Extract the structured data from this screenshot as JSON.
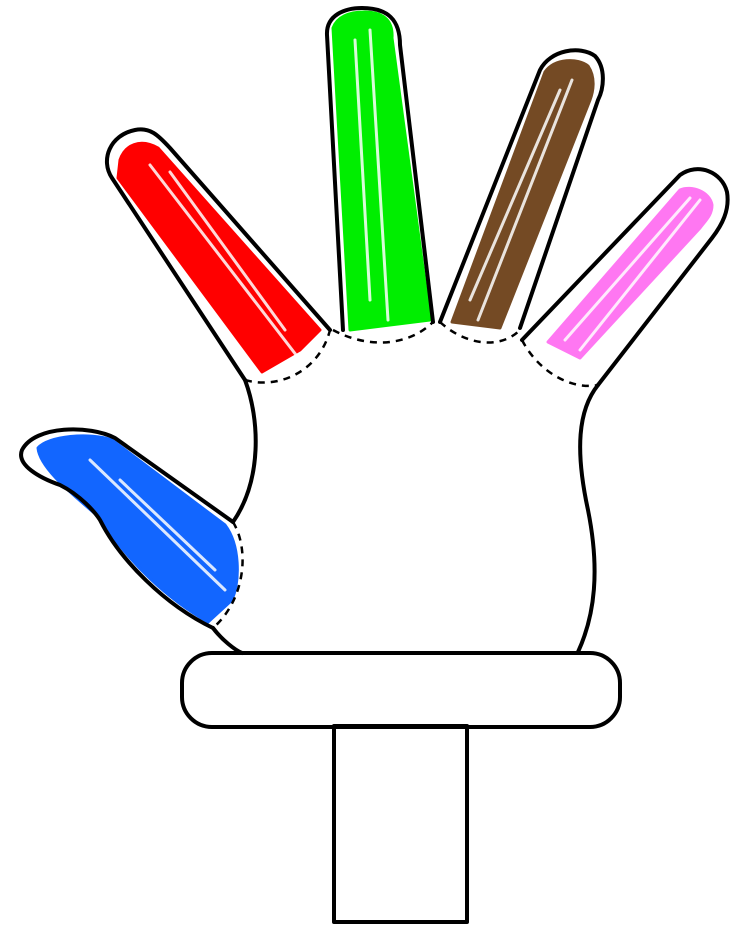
{
  "figure": {
    "subject": "hand on a stand",
    "fingers": [
      {
        "id": "thumb",
        "color": "#1266ff"
      },
      {
        "id": "index",
        "color": "#ff0000"
      },
      {
        "id": "middle",
        "color": "#00ee00"
      },
      {
        "id": "ring",
        "color": "#744a24"
      },
      {
        "id": "pinky",
        "color": "#ff77f2"
      }
    ],
    "outline_color": "#000000",
    "background_color": "#ffffff"
  }
}
